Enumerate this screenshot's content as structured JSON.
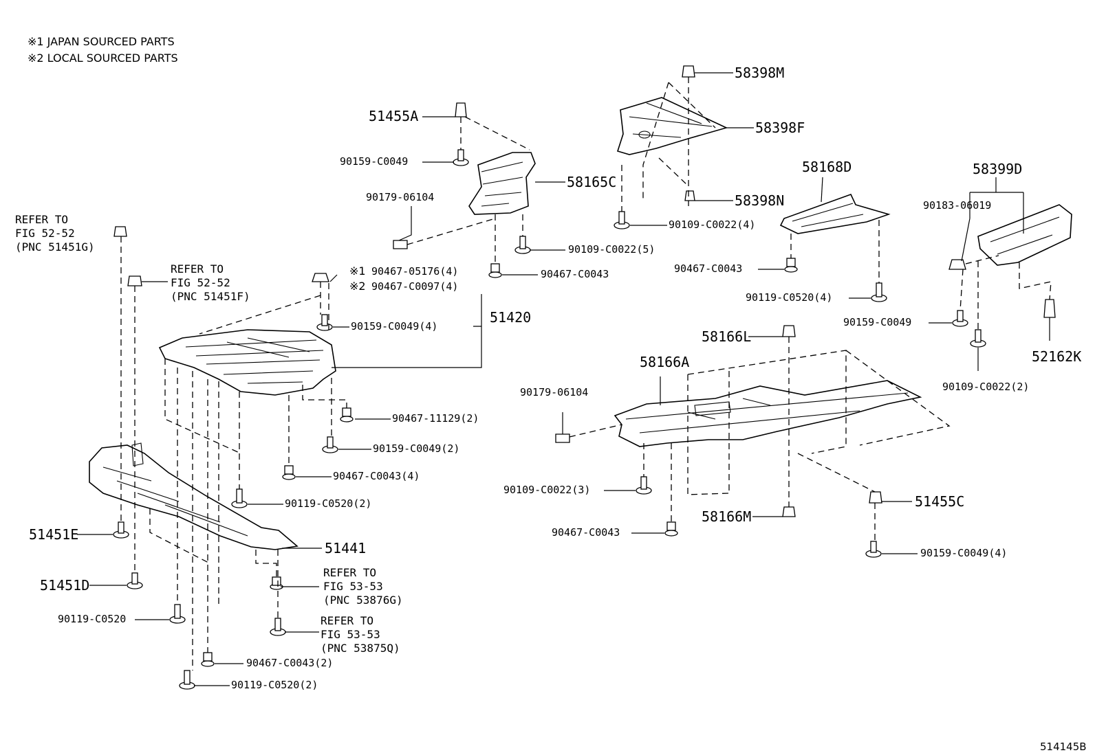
{
  "notes": [
    "※1 JAPAN SOURCED PARTS",
    "※2 LOCAL SOURCED PARTS"
  ],
  "labels": {
    "p51455A": "51455A",
    "p90159_c0049_a": "90159-C0049",
    "p58165C": "58165C",
    "p90179_a": "90179-06104",
    "p90109_5": "90109-C0022(5)",
    "p90467_c0043_a": "90467-C0043",
    "p58398M": "58398M",
    "p58398F": "58398F",
    "p58398N": "58398N",
    "p90109_4": "90109-C0022(4)",
    "p58168D": "58168D",
    "p90467_c0043_b": "90467-C0043",
    "p90119_4": "90119-C0520(4)",
    "p58399D": "58399D",
    "p90183": "90183-06019",
    "p90159_c0049_b": "90159-C0049",
    "p52162K": "52162K",
    "p90109_2": "90109-C0022(2)",
    "p90467_05176": "90467-05176(4)",
    "p90467_c0097": "90467-C0097(4)",
    "p90159_4a": "90159-C0049(4)",
    "p51420": "51420",
    "p90467_11129": "90467-11129(2)",
    "p90159_2": "90159-C0049(2)",
    "p90467_c0043_4": "90467-C0043(4)",
    "p90119_2a": "90119-C0520(2)",
    "p51441": "51441",
    "p51451E": "51451E",
    "p51451D": "51451D",
    "p90119_c0520": "90119-C0520",
    "p90467_c0043_2": "90467-C0043(2)",
    "p90119_2b": "90119-C0520(2)",
    "p58166L": "58166L",
    "p58166A": "58166A",
    "p90179_b": "90179-06104",
    "p90109_3": "90109-C0022(3)",
    "p90467_c0043_c": "90467-C0043",
    "p58166M": "58166M",
    "p51455C": "51455C",
    "p90159_4b": "90159-C0049(4)"
  },
  "refer_to": {
    "r1": [
      "REFER TO",
      "FIG 52-52",
      "(PNC 51451G)"
    ],
    "r2": [
      "REFER TO",
      "FIG 52-52",
      "(PNC 51451F)"
    ],
    "r3": [
      "REFER TO",
      "FIG 53-53",
      "(PNC 53876G)"
    ],
    "r4": [
      "REFER TO",
      "FIG 53-53",
      "(PNC 53875Q)"
    ]
  },
  "figure_id": "514145B"
}
